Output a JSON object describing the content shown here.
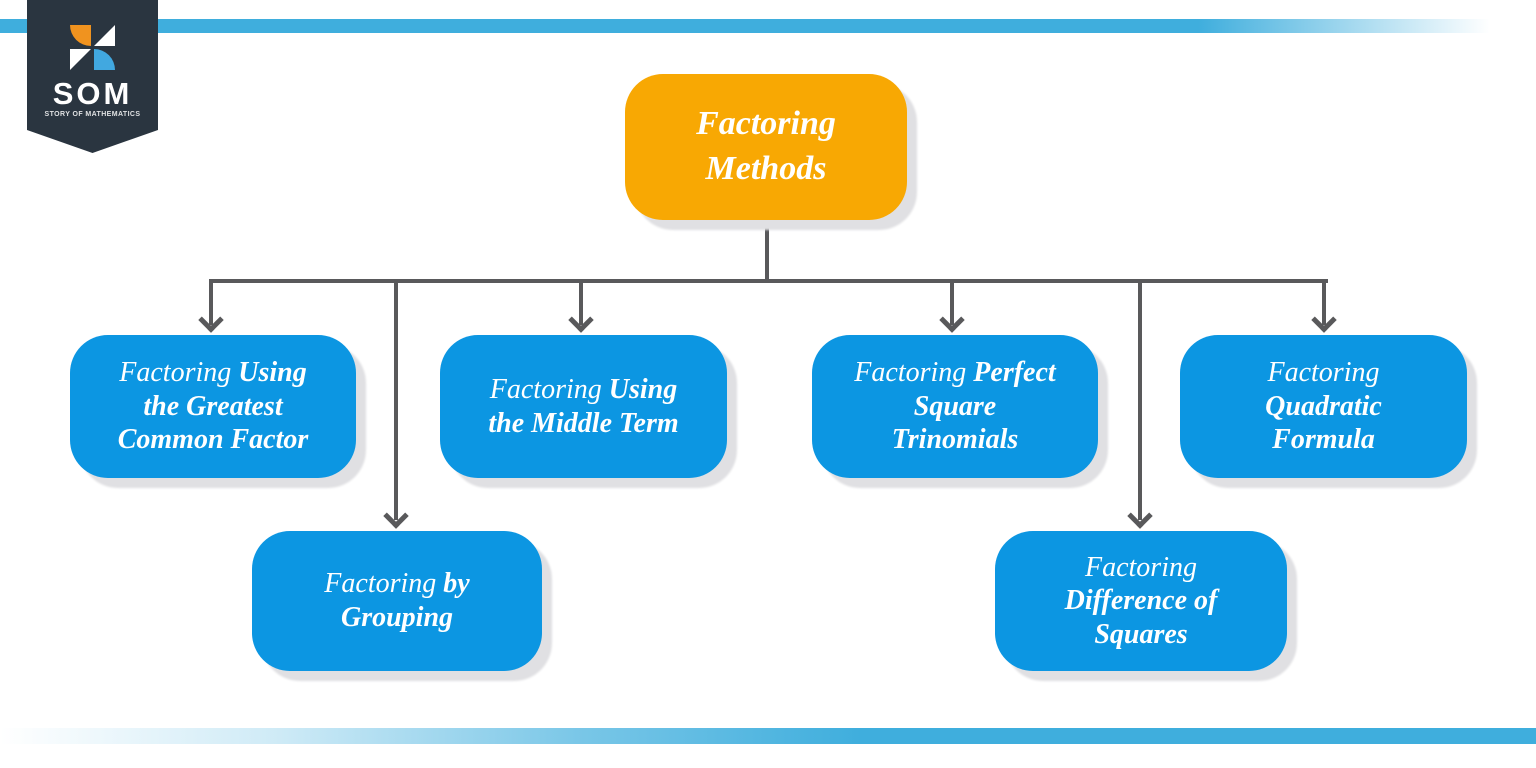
{
  "brand": {
    "name": "SOM",
    "tagline": "STORY OF MATHEMATICS",
    "logo_icon": "pinwheel-s-icon",
    "badge_color": "#2A3540",
    "logo_orange": "#F0931F",
    "logo_blue": "#41A8E0"
  },
  "colors": {
    "root_amber": "#F8A803",
    "node_blue": "#0C96E2",
    "stripe_blue": "#3FAEDD",
    "connector_gray": "#59595B",
    "shadow_gray": "#E0E0E3",
    "text_white": "#FFFFFF"
  },
  "diagram": {
    "title": "Factoring Methods",
    "root": {
      "label": "Factoring Methods",
      "lines": [
        [
          {
            "t": "Factoring",
            "b": true
          }
        ],
        [
          {
            "t": "Methods",
            "b": true
          }
        ]
      ]
    },
    "children": [
      {
        "id": "gcf",
        "label": "Factoring Using the Greatest Common Factor",
        "lines": [
          [
            {
              "t": "Factoring ",
              "b": false
            },
            {
              "t": "Using",
              "b": true
            }
          ],
          [
            {
              "t": "the Greatest",
              "b": true
            }
          ],
          [
            {
              "t": "Common Factor",
              "b": true
            }
          ]
        ]
      },
      {
        "id": "grouping",
        "label": "Factoring by Grouping",
        "lines": [
          [
            {
              "t": "Factoring ",
              "b": false
            },
            {
              "t": "by",
              "b": true
            }
          ],
          [
            {
              "t": "Grouping",
              "b": true
            }
          ]
        ]
      },
      {
        "id": "middle-term",
        "label": "Factoring Using the Middle Term",
        "lines": [
          [
            {
              "t": "Factoring ",
              "b": false
            },
            {
              "t": "Using",
              "b": true
            }
          ],
          [
            {
              "t": "the Middle Term",
              "b": true
            }
          ]
        ]
      },
      {
        "id": "perfect-square",
        "label": "Factoring Perfect Square Trinomials",
        "lines": [
          [
            {
              "t": "Factoring ",
              "b": false
            },
            {
              "t": "Perfect",
              "b": true
            }
          ],
          [
            {
              "t": "Square",
              "b": true
            }
          ],
          [
            {
              "t": "Trinomials",
              "b": true
            }
          ]
        ]
      },
      {
        "id": "difference-of-squares",
        "label": "Factoring Difference of Squares",
        "lines": [
          [
            {
              "t": "Factoring",
              "b": false
            }
          ],
          [
            {
              "t": "Difference of",
              "b": true
            }
          ],
          [
            {
              "t": "Squares",
              "b": true
            }
          ]
        ]
      },
      {
        "id": "quadratic-formula",
        "label": "Factoring Quadratic Formula",
        "lines": [
          [
            {
              "t": "Factoring",
              "b": false
            }
          ],
          [
            {
              "t": "Quadratic",
              "b": true
            }
          ],
          [
            {
              "t": "Formula",
              "b": true
            }
          ]
        ]
      }
    ]
  }
}
